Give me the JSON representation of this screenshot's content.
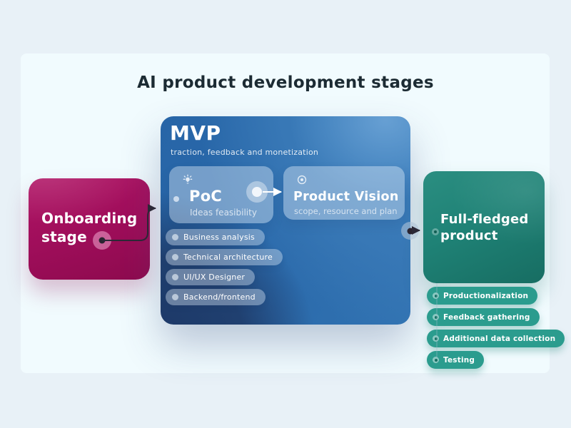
{
  "title": "AI product development stages",
  "palette": {
    "page_bg": "#e8f1f7",
    "panel_bg": "#f1fbfe",
    "onboarding_magenta": "#a00e5b",
    "mvp_blue": "#2b6aab",
    "mvp_dark_navy": "#1d3a6c",
    "mvp_light_blue": "#4186c3",
    "translucent_card": "#9fb8d8",
    "teal_box": "#1f8276",
    "teal_pill": "#2b9c8e",
    "title_text": "#1c2b33",
    "arrow_line": "#2b2836"
  },
  "onboarding": {
    "label": "Onboarding stage"
  },
  "mvp": {
    "title": "MVP",
    "subtitle": "traction, feedback and monetization",
    "poc": {
      "icon": "lightbulb-icon",
      "title": "PoC",
      "subtitle": "Ideas feasibility"
    },
    "product_vision": {
      "icon": "eye-icon",
      "title": "Product Vision",
      "subtitle": "scope, resource and plan"
    },
    "pills": [
      "Business analysis",
      "Technical architecture",
      "UI/UX Designer",
      "Backend/frontend"
    ]
  },
  "full_fledged": {
    "label": "Full-fledged product",
    "pills": [
      "Productionalization",
      "Feedback gathering",
      "Additional data collection",
      "Testing"
    ]
  }
}
